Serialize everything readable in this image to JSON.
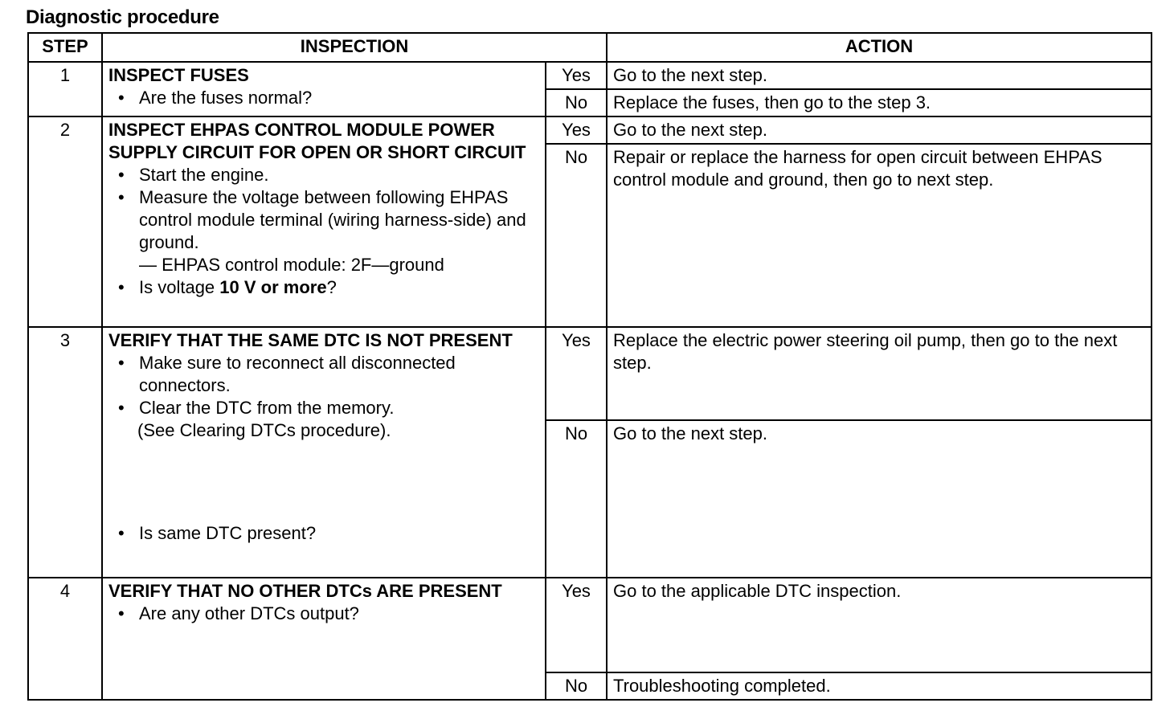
{
  "title": "Diagnostic procedure",
  "headers": {
    "step": "STEP",
    "inspection": "INSPECTION",
    "action": "ACTION"
  },
  "steps": [
    {
      "number": "1",
      "heading": "INSPECT FUSES",
      "bullets": [
        "Are the fuses normal?"
      ],
      "yes_label": "Yes",
      "yes_action": "Go to the next step.",
      "no_label": "No",
      "no_action": "Replace the fuses, then go to the step 3."
    },
    {
      "number": "2",
      "heading": "INSPECT EHPAS CONTROL MODULE POWER SUPPLY CIRCUIT FOR OPEN OR SHORT CIRCUIT",
      "bullets": [
        "Start the engine.",
        "Measure the voltage between following EHPAS control module terminal (wiring harness-side) and ground."
      ],
      "sub_line": "— EHPAS control module: 2F—ground",
      "last_bullet_prefix": "Is voltage ",
      "last_bullet_bold": "10 V or more",
      "last_bullet_suffix": "?",
      "yes_label": "Yes",
      "yes_action": "Go to the next step.",
      "no_label": "No",
      "no_action": "Repair or replace the harness for open circuit between EHPAS control module and ground, then go to next step."
    },
    {
      "number": "3",
      "heading": "VERIFY THAT THE SAME DTC IS NOT PRESENT",
      "bullets": [
        "Make sure to reconnect all disconnected connectors.",
        "Clear the DTC from the memory."
      ],
      "note": "(See Clearing DTCs procedure).",
      "last_bullet": "Is same DTC present?",
      "yes_label": "Yes",
      "yes_action": "Replace the electric power steering oil pump, then go to the next step.",
      "no_label": "No",
      "no_action": "Go to the next step."
    },
    {
      "number": "4",
      "heading": "VERIFY THAT NO OTHER DTCs ARE PRESENT",
      "bullets": [
        "Are any other DTCs output?"
      ],
      "yes_label": "Yes",
      "yes_action": "Go to the applicable DTC inspection.",
      "no_label": "No",
      "no_action": "Troubleshooting completed."
    }
  ]
}
